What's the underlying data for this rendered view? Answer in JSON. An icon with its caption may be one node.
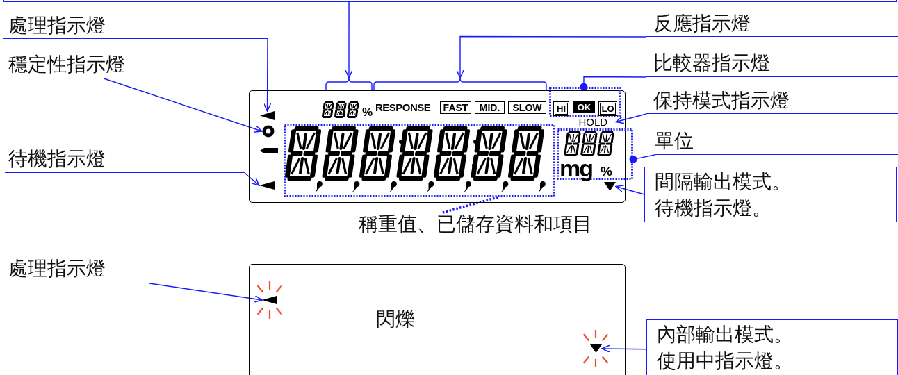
{
  "diagram": {
    "nodes": [
      {
        "text": [],
        "shape": "box"
      },
      {
        "text": [
          "處理指示燈"
        ]
      },
      {
        "text": [
          "穩定性指示燈"
        ]
      },
      {
        "text": [
          "待機指示燈"
        ]
      },
      {
        "text": [
          "反應指示燈"
        ]
      },
      {
        "text": [
          "比較器指示燈"
        ]
      },
      {
        "text": [
          "保持模式指示燈"
        ]
      },
      {
        "text": [
          "單位"
        ]
      },
      {
        "text": [
          "間隔輸出模式。",
          "待機指示燈。"
        ]
      },
      {
        "text": [
          "稱重值、已儲存資料和項目"
        ]
      },
      {
        "text": [],
        "shape": "box"
      },
      {
        "text": [],
        "shape": "triangle",
        "in": 10
      },
      {
        "text": [],
        "shape": "circle",
        "in": 10
      },
      {
        "text": [],
        "shape": "triangle",
        "in": 10
      },
      {
        "text": [],
        "shape": "bracket"
      },
      {
        "text": [],
        "shape": "bracket"
      },
      {
        "text": [],
        "shape": "box",
        "in": 10
      },
      {
        "text": [
          "HOLD"
        ],
        "in": 10
      },
      {
        "text": [],
        "shape": "box",
        "in": 10
      },
      {
        "text": [],
        "shape": "triangle",
        "in": 10
      },
      {
        "text": [],
        "shape": "box",
        "in": 10
      },
      {
        "text": [
          "處理指示燈"
        ]
      },
      {
        "text": [
          "閃爍"
        ]
      },
      {
        "text": [],
        "shape": "triangle",
        "in": 22
      },
      {
        "text": [],
        "shape": "triangle",
        "in": 22
      },
      {
        "text": [
          "內部輸出模式。",
          "使用中指示燈。"
        ]
      }
    ],
    "edges": [
      {
        "from": 0,
        "to": 14,
        "arrow": "to"
      },
      {
        "from": 1,
        "to": 11,
        "arrow": "to"
      },
      {
        "from": 2,
        "to": 12,
        "arrow": "to"
      },
      {
        "from": 3,
        "to": 13,
        "arrow": "to"
      },
      {
        "from": 4,
        "to": 15,
        "arrow": "to"
      },
      {
        "from": 5,
        "to": 16,
        "arrow": "other"
      },
      {
        "from": 6,
        "to": 17,
        "arrow": "to"
      },
      {
        "from": 7,
        "to": 18,
        "arrow": "other"
      },
      {
        "from": 8,
        "to": 19,
        "arrow": "to"
      },
      {
        "from": 9,
        "to": 20,
        "arrow": "none",
        "style": "dashed"
      },
      {
        "from": 21,
        "to": 23,
        "arrow": "to"
      },
      {
        "from": 25,
        "to": 24,
        "arrow": "to"
      }
    ],
    "labels": [
      "%",
      "RESPONSE",
      "FAST",
      "MID.",
      "SLOW",
      "HI",
      "OK",
      "LO",
      "mg",
      "%"
    ]
  }
}
